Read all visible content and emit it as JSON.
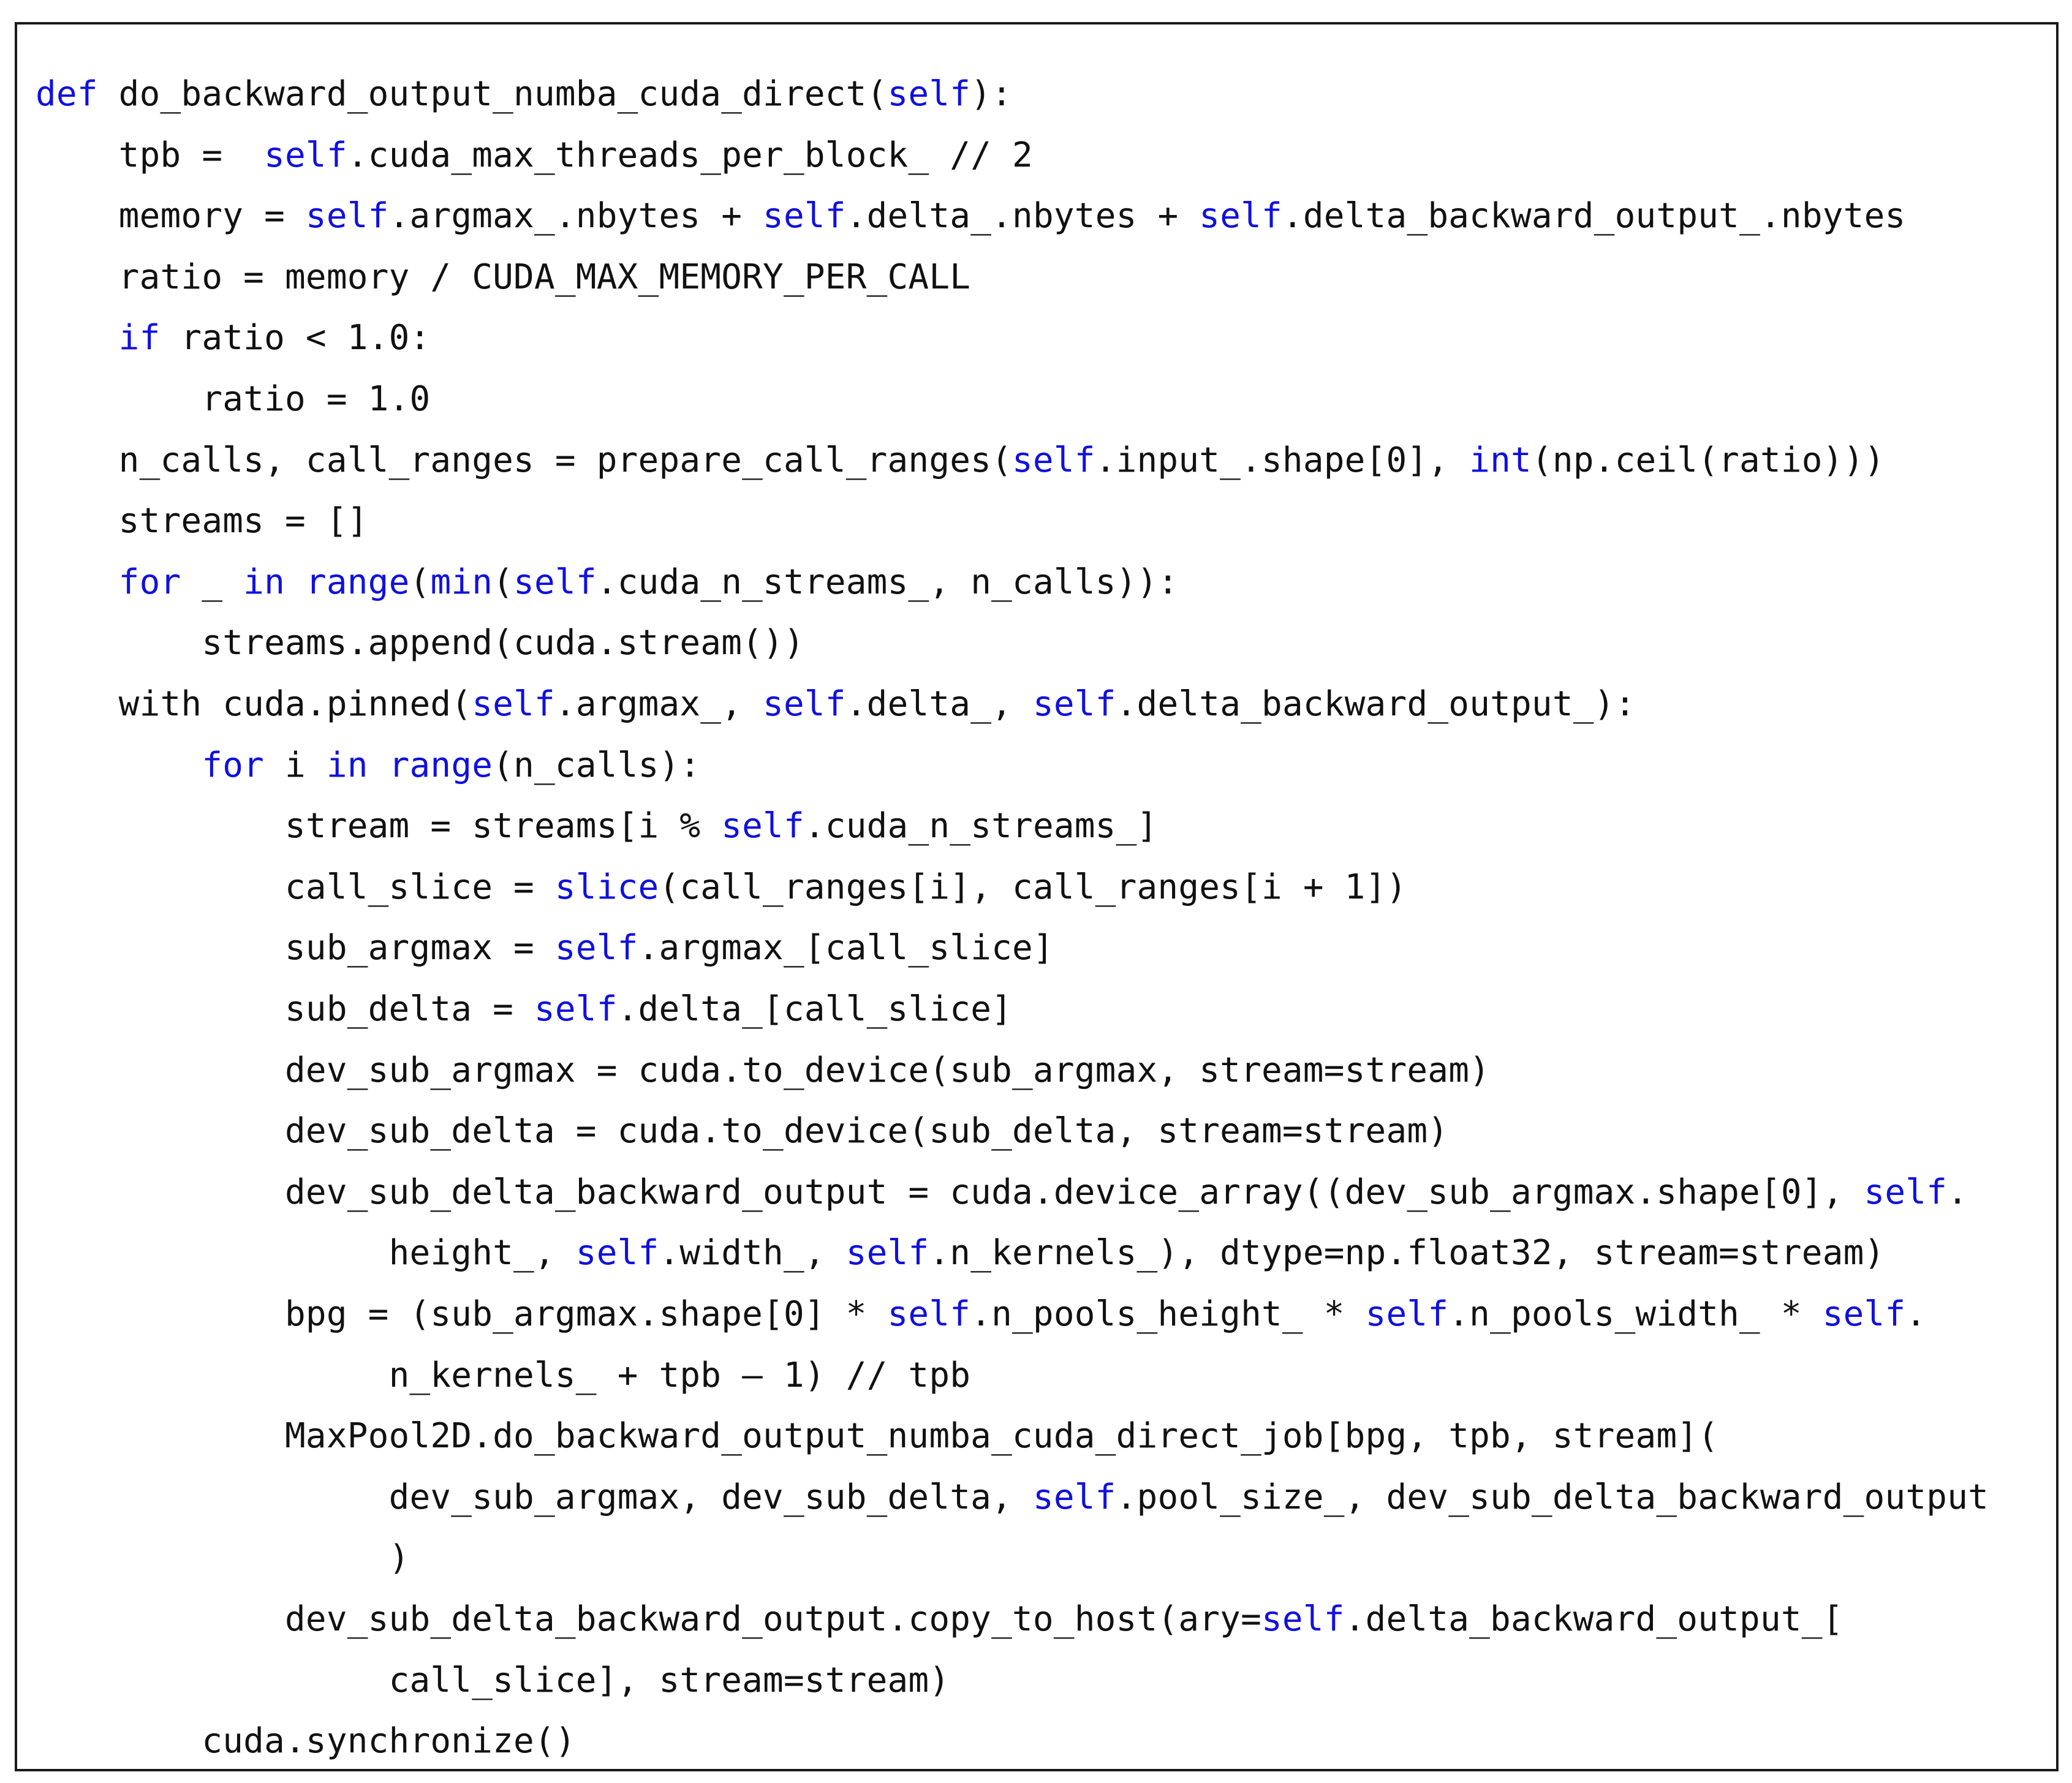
{
  "code": {
    "indent_unit": "    ",
    "continuation_extra": "     ",
    "lines": [
      {
        "indent": 0,
        "cont": false,
        "tokens": [
          {
            "t": "def",
            "kw": true
          },
          {
            "t": " do_backward_output_numba_cuda_direct("
          },
          {
            "t": "self",
            "kw": true
          },
          {
            "t": "):"
          }
        ]
      },
      {
        "indent": 1,
        "cont": false,
        "tokens": [
          {
            "t": "tpb =  "
          },
          {
            "t": "self",
            "kw": true
          },
          {
            "t": ".cuda_max_threads_per_block_ // 2"
          }
        ]
      },
      {
        "indent": 1,
        "cont": false,
        "tokens": [
          {
            "t": "memory = "
          },
          {
            "t": "self",
            "kw": true
          },
          {
            "t": ".argmax_.nbytes + "
          },
          {
            "t": "self",
            "kw": true
          },
          {
            "t": ".delta_.nbytes + "
          },
          {
            "t": "self",
            "kw": true
          },
          {
            "t": ".delta_backward_output_.nbytes"
          }
        ]
      },
      {
        "indent": 1,
        "cont": false,
        "tokens": [
          {
            "t": "ratio = memory / CUDA_MAX_MEMORY_PER_CALL"
          }
        ]
      },
      {
        "indent": 1,
        "cont": false,
        "tokens": [
          {
            "t": "if",
            "kw": true
          },
          {
            "t": " ratio < 1.0:"
          }
        ]
      },
      {
        "indent": 2,
        "cont": false,
        "tokens": [
          {
            "t": "ratio = 1.0"
          }
        ]
      },
      {
        "indent": 1,
        "cont": false,
        "tokens": [
          {
            "t": "n_calls, call_ranges = prepare_call_ranges("
          },
          {
            "t": "self",
            "kw": true
          },
          {
            "t": ".input_.shape[0], "
          },
          {
            "t": "int",
            "kw": true
          },
          {
            "t": "(np.ceil(ratio)))"
          }
        ]
      },
      {
        "indent": 1,
        "cont": false,
        "tokens": [
          {
            "t": "streams = []"
          }
        ]
      },
      {
        "indent": 1,
        "cont": false,
        "tokens": [
          {
            "t": "for",
            "kw": true
          },
          {
            "t": " _ "
          },
          {
            "t": "in",
            "kw": true
          },
          {
            "t": " "
          },
          {
            "t": "range",
            "kw": true
          },
          {
            "t": "("
          },
          {
            "t": "min",
            "kw": true
          },
          {
            "t": "("
          },
          {
            "t": "self",
            "kw": true
          },
          {
            "t": ".cuda_n_streams_, n_calls)):"
          }
        ]
      },
      {
        "indent": 2,
        "cont": false,
        "tokens": [
          {
            "t": "streams.append(cuda.stream())"
          }
        ]
      },
      {
        "indent": 1,
        "cont": false,
        "tokens": [
          {
            "t": "with cuda.pinned("
          },
          {
            "t": "self",
            "kw": true
          },
          {
            "t": ".argmax_, "
          },
          {
            "t": "self",
            "kw": true
          },
          {
            "t": ".delta_, "
          },
          {
            "t": "self",
            "kw": true
          },
          {
            "t": ".delta_backward_output_):"
          }
        ]
      },
      {
        "indent": 2,
        "cont": false,
        "tokens": [
          {
            "t": "for",
            "kw": true
          },
          {
            "t": " i "
          },
          {
            "t": "in",
            "kw": true
          },
          {
            "t": " "
          },
          {
            "t": "range",
            "kw": true
          },
          {
            "t": "(n_calls):"
          }
        ]
      },
      {
        "indent": 3,
        "cont": false,
        "tokens": [
          {
            "t": "stream = streams[i % "
          },
          {
            "t": "self",
            "kw": true
          },
          {
            "t": ".cuda_n_streams_]"
          }
        ]
      },
      {
        "indent": 3,
        "cont": false,
        "tokens": [
          {
            "t": "call_slice = "
          },
          {
            "t": "slice",
            "kw": true
          },
          {
            "t": "(call_ranges[i], call_ranges[i + 1])"
          }
        ]
      },
      {
        "indent": 3,
        "cont": false,
        "tokens": [
          {
            "t": "sub_argmax = "
          },
          {
            "t": "self",
            "kw": true
          },
          {
            "t": ".argmax_[call_slice]"
          }
        ]
      },
      {
        "indent": 3,
        "cont": false,
        "tokens": [
          {
            "t": "sub_delta = "
          },
          {
            "t": "self",
            "kw": true
          },
          {
            "t": ".delta_[call_slice]"
          }
        ]
      },
      {
        "indent": 3,
        "cont": false,
        "tokens": [
          {
            "t": "dev_sub_argmax = cuda.to_device(sub_argmax, stream=stream)"
          }
        ]
      },
      {
        "indent": 3,
        "cont": false,
        "tokens": [
          {
            "t": "dev_sub_delta = cuda.to_device(sub_delta, stream=stream)"
          }
        ]
      },
      {
        "indent": 3,
        "cont": false,
        "tokens": [
          {
            "t": "dev_sub_delta_backward_output = cuda.device_array((dev_sub_argmax.shape[0], "
          },
          {
            "t": "self",
            "kw": true
          },
          {
            "t": "."
          }
        ]
      },
      {
        "indent": 3,
        "cont": true,
        "tokens": [
          {
            "t": "height_, "
          },
          {
            "t": "self",
            "kw": true
          },
          {
            "t": ".width_, "
          },
          {
            "t": "self",
            "kw": true
          },
          {
            "t": ".n_kernels_), dtype=np.float32, stream=stream)"
          }
        ]
      },
      {
        "indent": 3,
        "cont": false,
        "tokens": [
          {
            "t": "bpg = (sub_argmax.shape[0] * "
          },
          {
            "t": "self",
            "kw": true
          },
          {
            "t": ".n_pools_height_ * "
          },
          {
            "t": "self",
            "kw": true
          },
          {
            "t": ".n_pools_width_ * "
          },
          {
            "t": "self",
            "kw": true
          },
          {
            "t": "."
          }
        ]
      },
      {
        "indent": 3,
        "cont": true,
        "tokens": [
          {
            "t": "n_kernels_ + tpb — 1) // tpb"
          }
        ]
      },
      {
        "indent": 3,
        "cont": false,
        "tokens": [
          {
            "t": "MaxPool2D.do_backward_output_numba_cuda_direct_job[bpg, tpb, stream]("
          }
        ]
      },
      {
        "indent": 3,
        "cont": true,
        "tokens": [
          {
            "t": "dev_sub_argmax, dev_sub_delta, "
          },
          {
            "t": "self",
            "kw": true
          },
          {
            "t": ".pool_size_, dev_sub_delta_backward_output"
          }
        ]
      },
      {
        "indent": 3,
        "cont": true,
        "tokens": [
          {
            "t": ")"
          }
        ]
      },
      {
        "indent": 3,
        "cont": false,
        "tokens": [
          {
            "t": "dev_sub_delta_backward_output.copy_to_host(ary="
          },
          {
            "t": "self",
            "kw": true
          },
          {
            "t": ".delta_backward_output_["
          }
        ]
      },
      {
        "indent": 3,
        "cont": true,
        "tokens": [
          {
            "t": "call_slice], stream=stream)"
          }
        ]
      },
      {
        "indent": 2,
        "cont": false,
        "tokens": [
          {
            "t": "cuda.synchronize()"
          }
        ]
      }
    ]
  }
}
